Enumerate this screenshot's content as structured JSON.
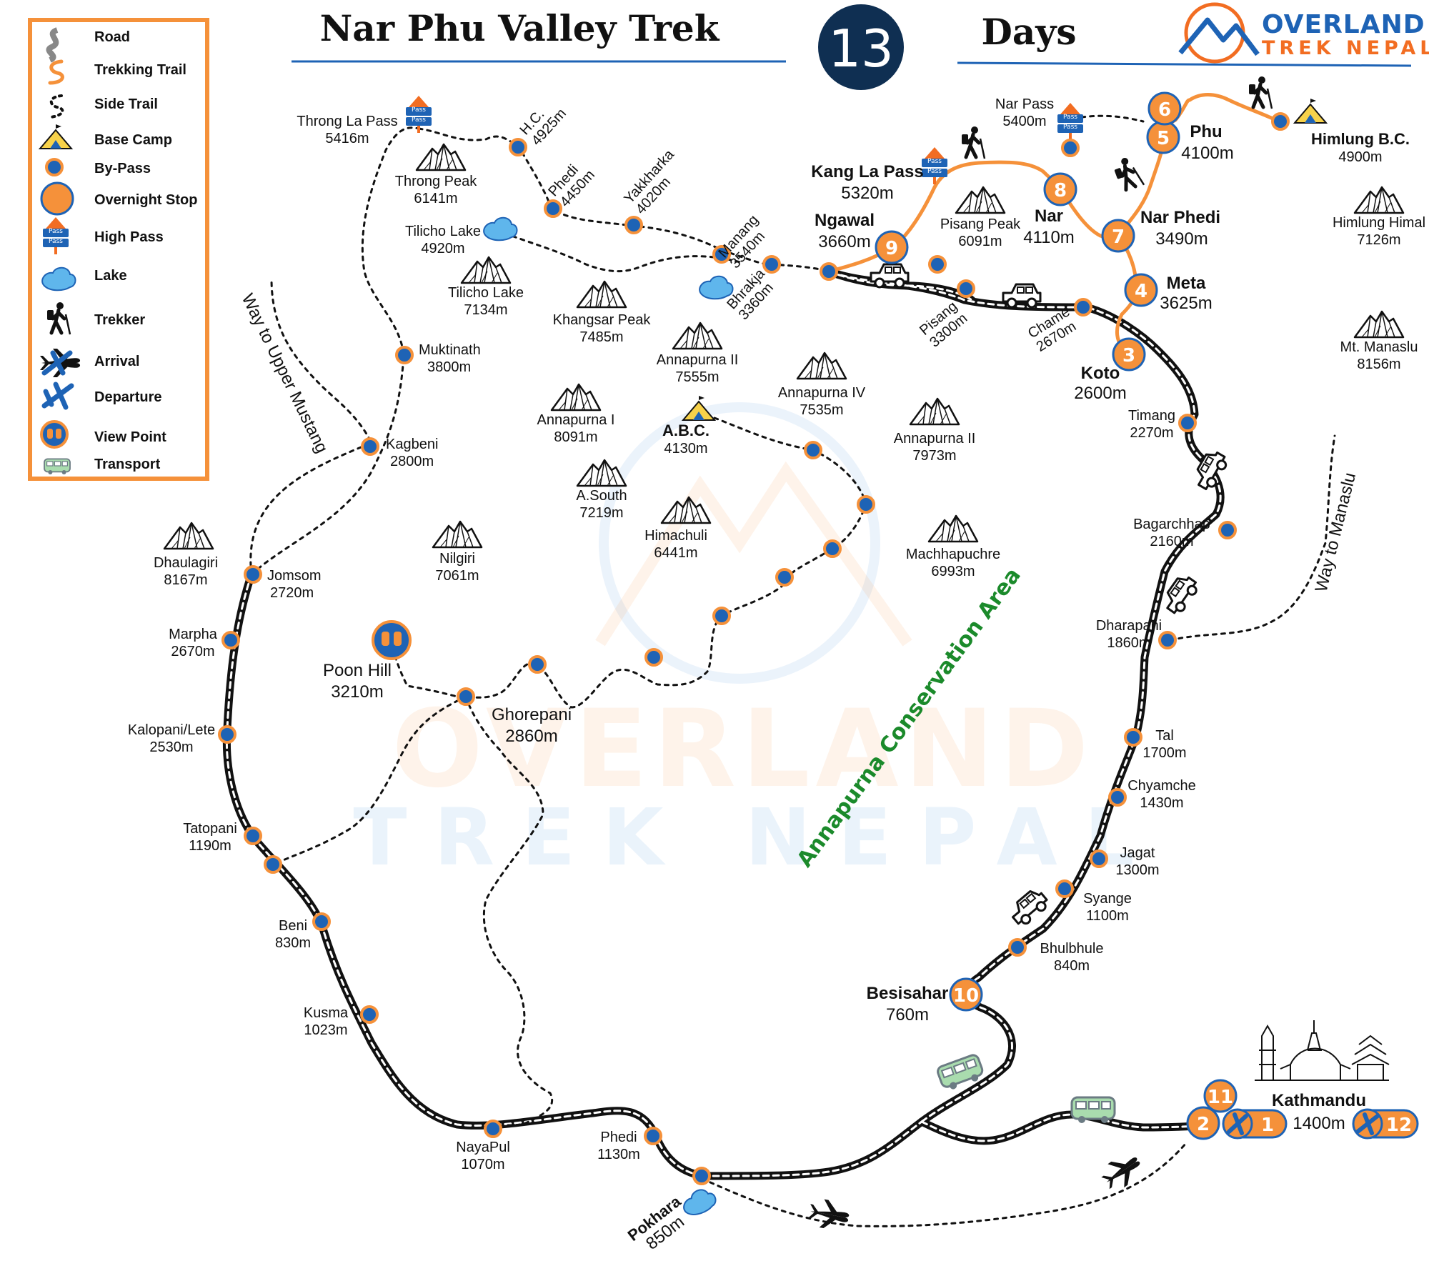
{
  "title": "Nar Phu Valley Trek",
  "days_number": "13",
  "days_label": "Days",
  "brand": {
    "line1": "OVERLAND",
    "line2": "TREK NEPAL"
  },
  "colors": {
    "orange": "#f5913a",
    "blue": "#1e63b5",
    "navy": "#0f2f52",
    "green": "#1b8a2b",
    "road": "#111111"
  },
  "legend": {
    "road": "Road",
    "trekking_trail": "Trekking Trail",
    "side_trail": "Side Trail",
    "base_camp": "Base  Camp",
    "by_pass": "By-Pass",
    "overnight_stop": "Overnight Stop",
    "high_pass": "High Pass",
    "lake": "Lake",
    "trekker": "Trekker",
    "arrival": "Arrival",
    "departure": "Departure",
    "view_point": "View Point",
    "transport": "Transport"
  },
  "pass_sign": "Pass",
  "watermark": {
    "line1": "OVERLAND",
    "line2": "TREK NEPAL"
  },
  "conservation_area": "Annapurna Conservation Area",
  "way_upper_mustang": "Way to Upper Mustang",
  "way_manaslu": "Way to Manaslu",
  "stops": {
    "s1": "1",
    "s2": "2",
    "s3": "3",
    "s4": "4",
    "s5": "5",
    "s6": "6",
    "s7": "7",
    "s8": "8",
    "s9": "9",
    "s10": "10",
    "s11": "11",
    "s12": "12"
  },
  "places": {
    "throng_la": {
      "name": "Throng La Pass",
      "alt": "5416m"
    },
    "hc": {
      "name": "H.C.",
      "alt": "4925m"
    },
    "throng_peak": {
      "name": "Throng Peak",
      "alt": "6141m"
    },
    "phedi_high": {
      "name": "Phedi",
      "alt": "4450m"
    },
    "yakkharka": {
      "name": "Yakkharka",
      "alt": "4020m"
    },
    "manang": {
      "name": "Manang",
      "alt": "3540m"
    },
    "bhrakja": {
      "name": "Bhrakja",
      "alt": "3360m"
    },
    "tilicho_lake_l": {
      "name": "Tilicho Lake",
      "alt": "4920m"
    },
    "tilicho_lake_p": {
      "name": "Tilicho Lake",
      "alt": "7134m"
    },
    "khangsar": {
      "name": "Khangsar Peak",
      "alt": "7485m"
    },
    "ann2_a": {
      "name": "Annapurna II",
      "alt": "7555m"
    },
    "ann4": {
      "name": "Annapurna IV",
      "alt": "7535m"
    },
    "ann1": {
      "name": "Annapurna I",
      "alt": "8091m"
    },
    "abc": {
      "name": "A.B.C.",
      "alt": "4130m"
    },
    "ann2_b": {
      "name": "Annapurna II",
      "alt": "7973m"
    },
    "asouth": {
      "name": "A.South",
      "alt": "7219m"
    },
    "himachuli": {
      "name": "Himachuli",
      "alt": "6441m"
    },
    "machhapuchre": {
      "name": "Machhapuchre",
      "alt": "6993m"
    },
    "nilgiri": {
      "name": "Nilgiri",
      "alt": "7061m"
    },
    "dhaulagiri": {
      "name": "Dhaulagiri",
      "alt": "8167m"
    },
    "muktinath": {
      "name": "Muktinath",
      "alt": "3800m"
    },
    "kagbeni": {
      "name": "Kagbeni",
      "alt": "2800m"
    },
    "jomsom": {
      "name": "Jomsom",
      "alt": "2720m"
    },
    "marpha": {
      "name": "Marpha",
      "alt": "2670m"
    },
    "kalopani": {
      "name": "Kalopani/Lete",
      "alt": "2530m"
    },
    "tatopani": {
      "name": "Tatopani",
      "alt": "1190m"
    },
    "beni": {
      "name": "Beni",
      "alt": "830m"
    },
    "kusma": {
      "name": "Kusma",
      "alt": "1023m"
    },
    "nayapul": {
      "name": "NayaPul",
      "alt": "1070m"
    },
    "phedi_low": {
      "name": "Phedi",
      "alt": "1130m"
    },
    "pokhara": {
      "name": "Pokhara",
      "alt": "850m"
    },
    "poon_hill": {
      "name": "Poon Hill",
      "alt": "3210m"
    },
    "ghorepani": {
      "name": "Ghorepani",
      "alt": "2860m"
    },
    "kang_la": {
      "name": "Kang La Pass",
      "alt": "5320m"
    },
    "ngawal": {
      "name": "Ngawal",
      "alt": "3660m"
    },
    "pisang_peak": {
      "name": "Pisang Peak",
      "alt": "6091m"
    },
    "pisang": {
      "name": "Pisang",
      "alt": "3300m"
    },
    "nar_pass": {
      "name": "Nar Pass",
      "alt": "5400m"
    },
    "nar": {
      "name": "Nar",
      "alt": "4110m"
    },
    "phu": {
      "name": "Phu",
      "alt": "4100m"
    },
    "nar_phedi": {
      "name": "Nar Phedi",
      "alt": "3490m"
    },
    "meta": {
      "name": "Meta",
      "alt": "3625m"
    },
    "koto": {
      "name": "Koto",
      "alt": "2600m"
    },
    "chame": {
      "name": "Chame",
      "alt": "2670m"
    },
    "himlung_bc": {
      "name": "Himlung B.C.",
      "alt": "4900m"
    },
    "himlung_himal": {
      "name": "Himlung Himal",
      "alt": "7126m"
    },
    "manaslu": {
      "name": "Mt. Manaslu",
      "alt": "8156m"
    },
    "timang": {
      "name": "Timang",
      "alt": "2270m"
    },
    "bagarchhap": {
      "name": "Bagarchhap",
      "alt": "2160m"
    },
    "dharapani": {
      "name": "Dharapani",
      "alt": "1860m"
    },
    "tal": {
      "name": "Tal",
      "alt": "1700m"
    },
    "chyamche": {
      "name": "Chyamche",
      "alt": "1430m"
    },
    "jagat": {
      "name": "Jagat",
      "alt": "1300m"
    },
    "syange": {
      "name": "Syange",
      "alt": "1100m"
    },
    "bhulbhule": {
      "name": "Bhulbhule",
      "alt": "840m"
    },
    "besisahar": {
      "name": "Besisahar",
      "alt": "760m"
    },
    "kathmandu": {
      "name": "Kathmandu",
      "alt": "1400m"
    }
  }
}
